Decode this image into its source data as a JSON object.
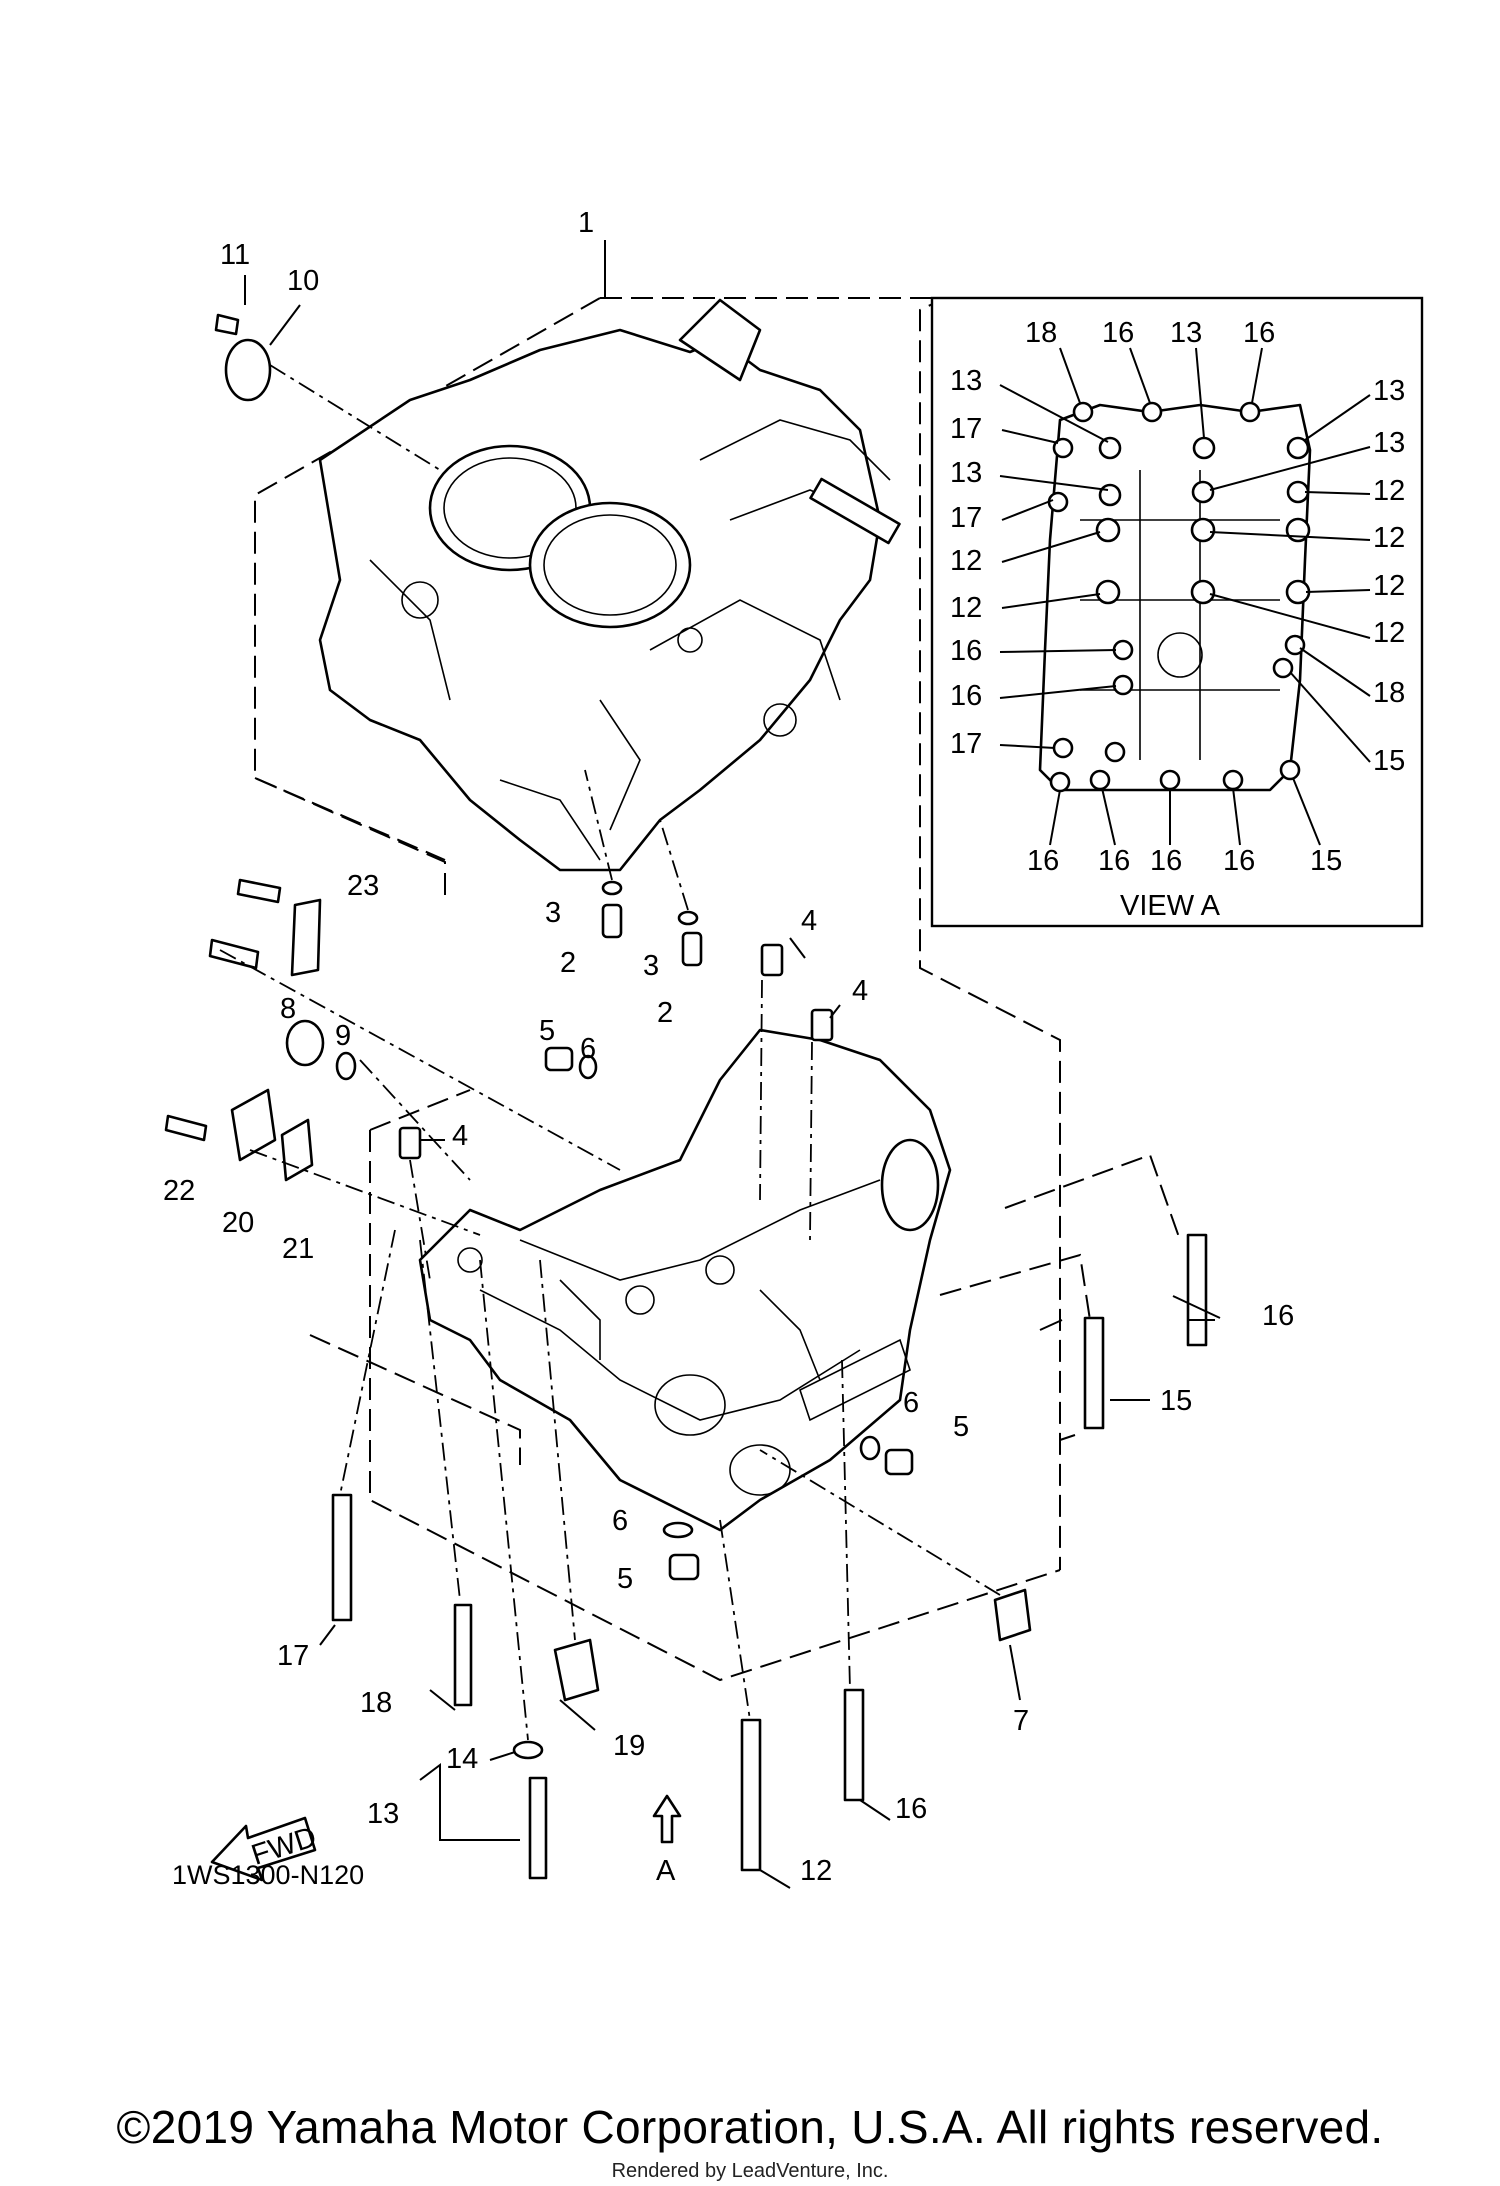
{
  "diagram_code": "1WS1300-N120",
  "view_title": "VIEW A",
  "fwd_label": "FWD",
  "arrow_label": "A",
  "copyright": "©2019 Yamaha Motor Corporation, U.S.A. All rights reserved.",
  "rendered_by": "Rendered by LeadVenture, Inc.",
  "main_callouts": [
    "1",
    "2",
    "2",
    "3",
    "3",
    "4",
    "4",
    "4",
    "5",
    "5",
    "5",
    "6",
    "6",
    "6",
    "7",
    "8",
    "9",
    "10",
    "11",
    "12",
    "13",
    "14",
    "15",
    "16",
    "16",
    "17",
    "18",
    "19",
    "20",
    "21",
    "22",
    "23"
  ],
  "view_a_callouts": [
    "18",
    "16",
    "13",
    "16",
    "13",
    "17",
    "13",
    "13",
    "13",
    "17",
    "12",
    "12",
    "12",
    "12",
    "12",
    "12",
    "16",
    "16",
    "18",
    "17",
    "15",
    "16",
    "16",
    "16",
    "16",
    "15"
  ]
}
